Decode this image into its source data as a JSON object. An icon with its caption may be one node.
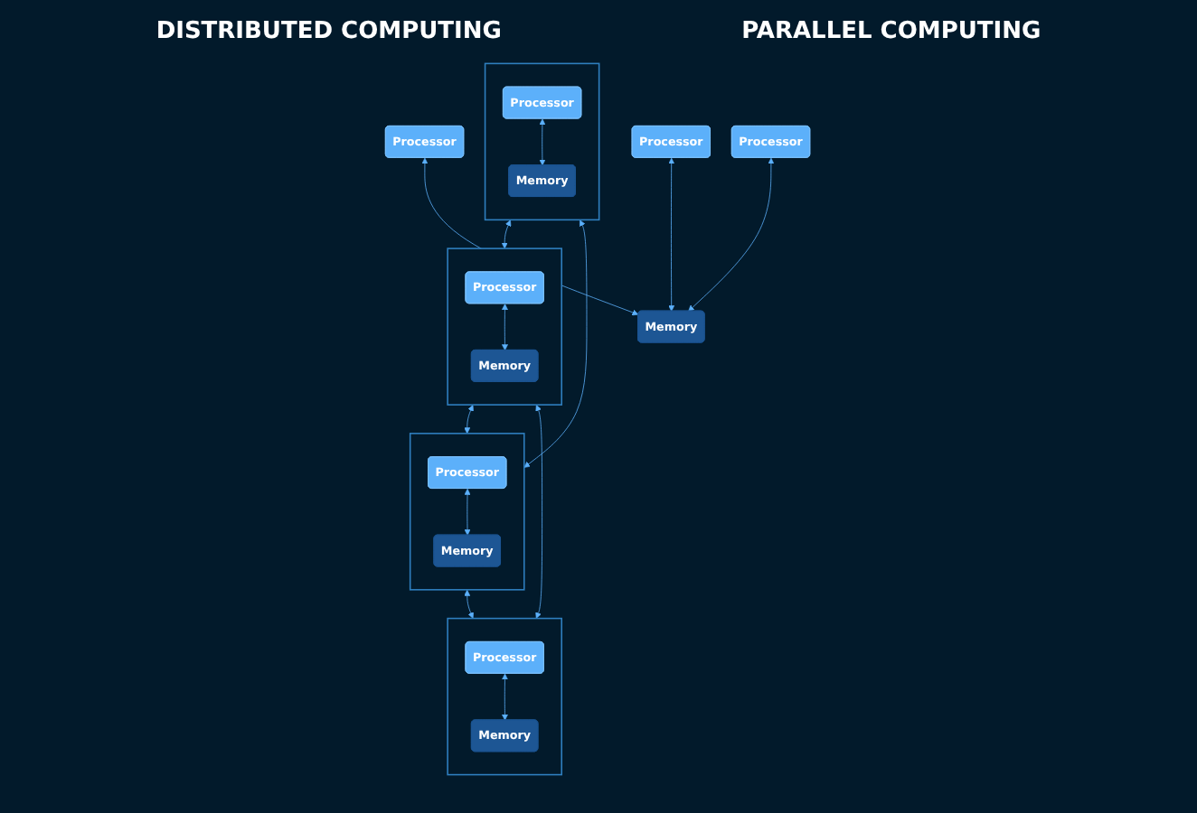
{
  "diagram": {
    "nodes": [
      {
        "text": [],
        "shape": "box"
      },
      {
        "text": [
          "Processor"
        ],
        "in": 0
      },
      {
        "text": [
          "Memory"
        ],
        "in": 0
      },
      {
        "text": [],
        "shape": "box"
      },
      {
        "text": [
          "Processor"
        ],
        "in": 3
      },
      {
        "text": [
          "Memory"
        ],
        "in": 3
      },
      {
        "text": [],
        "shape": "box"
      },
      {
        "text": [
          "Processor"
        ],
        "in": 6
      },
      {
        "text": [
          "Memory"
        ],
        "in": 6
      },
      {
        "text": [],
        "shape": "box"
      },
      {
        "text": [
          "Processor"
        ],
        "in": 9
      },
      {
        "text": [
          "Memory"
        ],
        "in": 9
      },
      {
        "text": [
          "Processor"
        ]
      },
      {
        "text": [
          "Processor"
        ]
      },
      {
        "text": [
          "Processor"
        ]
      },
      {
        "text": [
          "Memory"
        ]
      }
    ],
    "edges": [
      {
        "from": 1,
        "to": 2,
        "arrow": "both"
      },
      {
        "from": 4,
        "to": 5,
        "arrow": "both"
      },
      {
        "from": 7,
        "to": 8,
        "arrow": "both"
      },
      {
        "from": 10,
        "to": 11,
        "arrow": "both"
      },
      {
        "from": 0,
        "to": 3,
        "arrow": "both"
      },
      {
        "from": 0,
        "to": 6,
        "arrow": "both"
      },
      {
        "from": 3,
        "to": 6,
        "arrow": "both"
      },
      {
        "from": 3,
        "to": 9,
        "arrow": "both"
      },
      {
        "from": 6,
        "to": 9,
        "arrow": "both"
      },
      {
        "from": 12,
        "to": 15,
        "arrow": "both"
      },
      {
        "from": 13,
        "to": 15,
        "arrow": "both"
      },
      {
        "from": 14,
        "to": 15,
        "arrow": "both"
      }
    ],
    "labels": [
      "DISTRIBUTED COMPUTING",
      "PARALLEL COMPUTING"
    ]
  }
}
